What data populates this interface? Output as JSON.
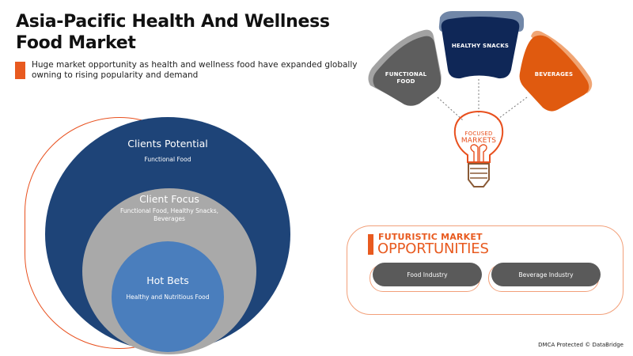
{
  "header": {
    "title": "Asia-Pacific Health And Wellness Food Market",
    "subtitle": "Huge market opportunity as health and wellness food have expanded globally owning to rising popularity and demand",
    "accent_color": "#e85a1f"
  },
  "segments": {
    "outer": {
      "title": "Clients Potential",
      "detail": "Functional Food",
      "color": "#1e4478"
    },
    "middle": {
      "title": "Client Focus",
      "detail": "Functional Food, Healthy Snacks, Beverages",
      "color": "#a9a9a9"
    },
    "inner": {
      "title": "Hot Bets",
      "detail": "Healthy and Nutritious Food",
      "color": "#4a7ebd"
    }
  },
  "focused_markets": {
    "label_line1": "FOCUSED",
    "label_line2": "MARKETS",
    "icon": "lightbulb-icon",
    "petals": [
      {
        "label_line1": "FUNCTIONAL",
        "label_line2": "FOOD",
        "color": "#5e5e5e"
      },
      {
        "label_line1": "HEALTHY SNACKS",
        "label_line2": "",
        "color": "#0f2757"
      },
      {
        "label_line1": "BEVERAGES",
        "label_line2": "",
        "color": "#e05a0f"
      }
    ]
  },
  "futuristic": {
    "heading_line1": "FUTURISTIC MARKET",
    "heading_line2": "OPPORTUNITIES",
    "items": [
      "Food Industry",
      "Beverage Industry"
    ]
  },
  "footer": {
    "text": "DMCA Protected © DataBridge"
  }
}
